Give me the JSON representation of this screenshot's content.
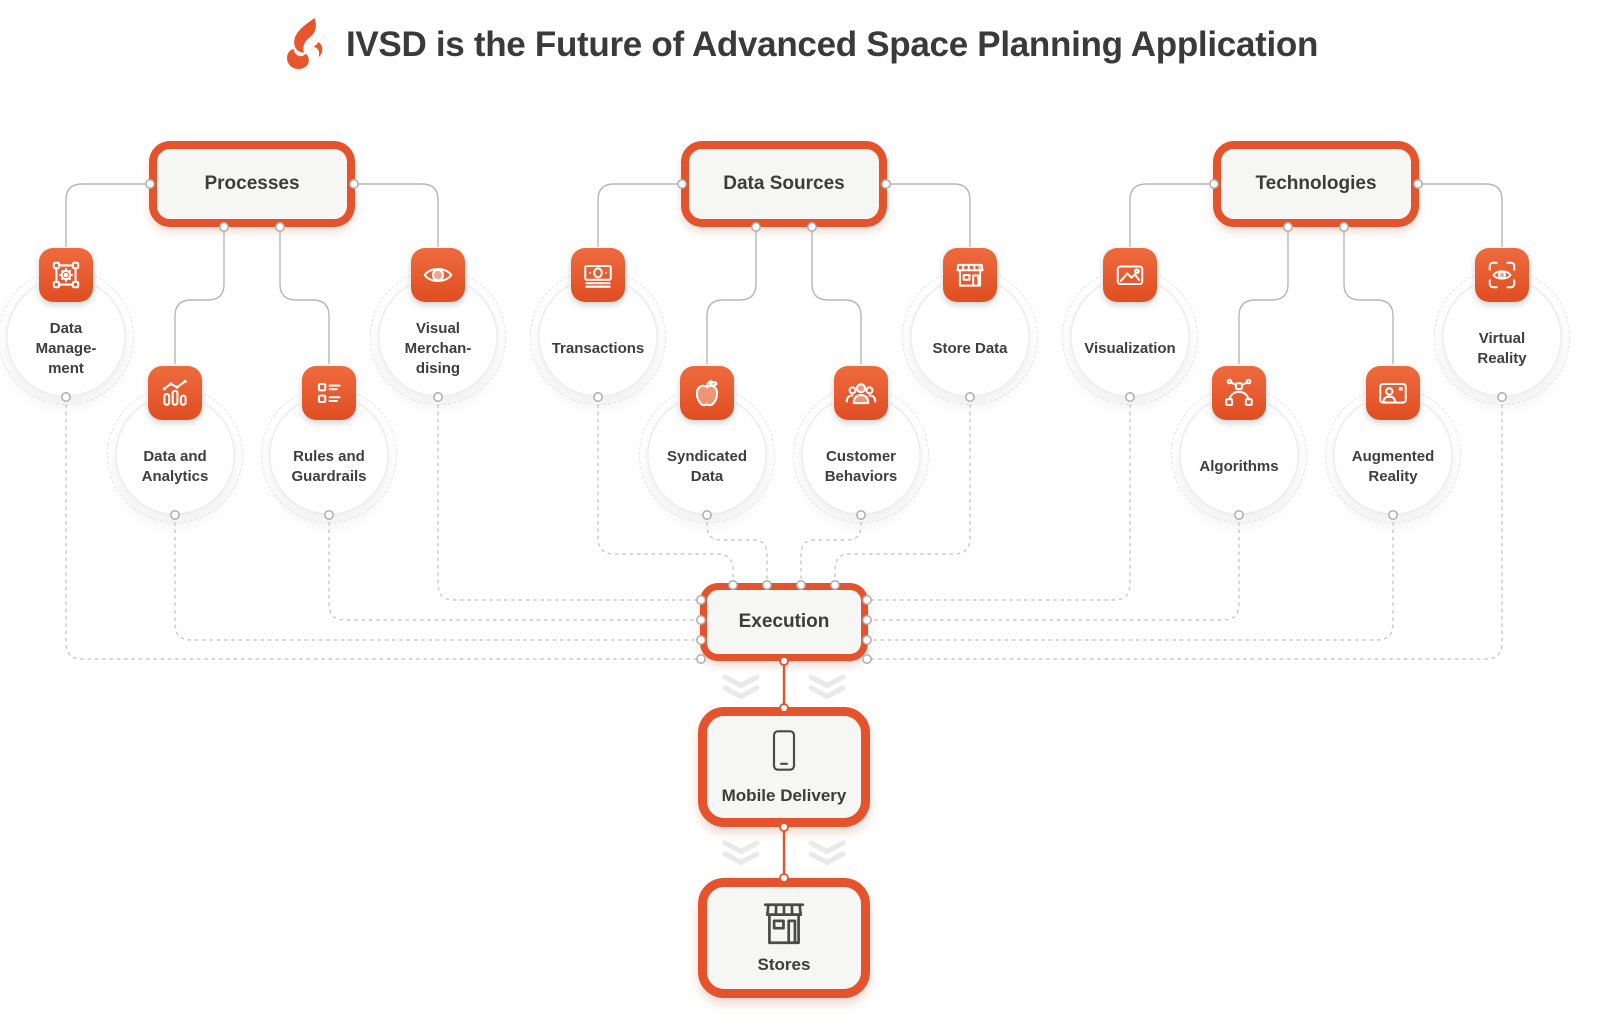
{
  "title": "IVSD is the Future of Advanced Space Planning Application",
  "colors": {
    "accent": "#E4532B",
    "tile_gradient_top": "#EE6B3E",
    "tile_gradient_bottom": "#E04D22",
    "solid_line": "#B7B7B7",
    "dashed_line": "#C8C8C8",
    "box_fill": "#F6F6F5",
    "text": "#3E3E3E",
    "chevron": "#E9E9E9"
  },
  "groups": [
    {
      "label": "Processes",
      "children": [
        {
          "label": "Data\nManage-\nment",
          "icon": "data-management-icon"
        },
        {
          "label": "Data and\nAnalytics",
          "icon": "data-analytics-icon"
        },
        {
          "label": "Rules and\nGuardrails",
          "icon": "rules-guardrails-icon"
        },
        {
          "label": "Visual\nMerchan-\ndising",
          "icon": "visual-merchandising-icon"
        }
      ]
    },
    {
      "label": "Data Sources",
      "children": [
        {
          "label": "Transactions",
          "icon": "transactions-icon"
        },
        {
          "label": "Syndicated\nData",
          "icon": "syndicated-data-icon"
        },
        {
          "label": "Customer\nBehaviors",
          "icon": "customer-behaviors-icon"
        },
        {
          "label": "Store Data",
          "icon": "store-data-icon"
        }
      ]
    },
    {
      "label": "Technologies",
      "children": [
        {
          "label": "Visualization",
          "icon": "visualization-icon"
        },
        {
          "label": "Algorithms",
          "icon": "algorithms-icon"
        },
        {
          "label": "Augmented\nReality",
          "icon": "augmented-reality-icon"
        },
        {
          "label": "Virtual\nReality",
          "icon": "virtual-reality-icon"
        }
      ]
    }
  ],
  "hub": {
    "label": "Execution"
  },
  "flow": [
    {
      "label": "Mobile Delivery",
      "icon": "smartphone-icon"
    },
    {
      "label": "Stores",
      "icon": "storefront-icon"
    }
  ]
}
